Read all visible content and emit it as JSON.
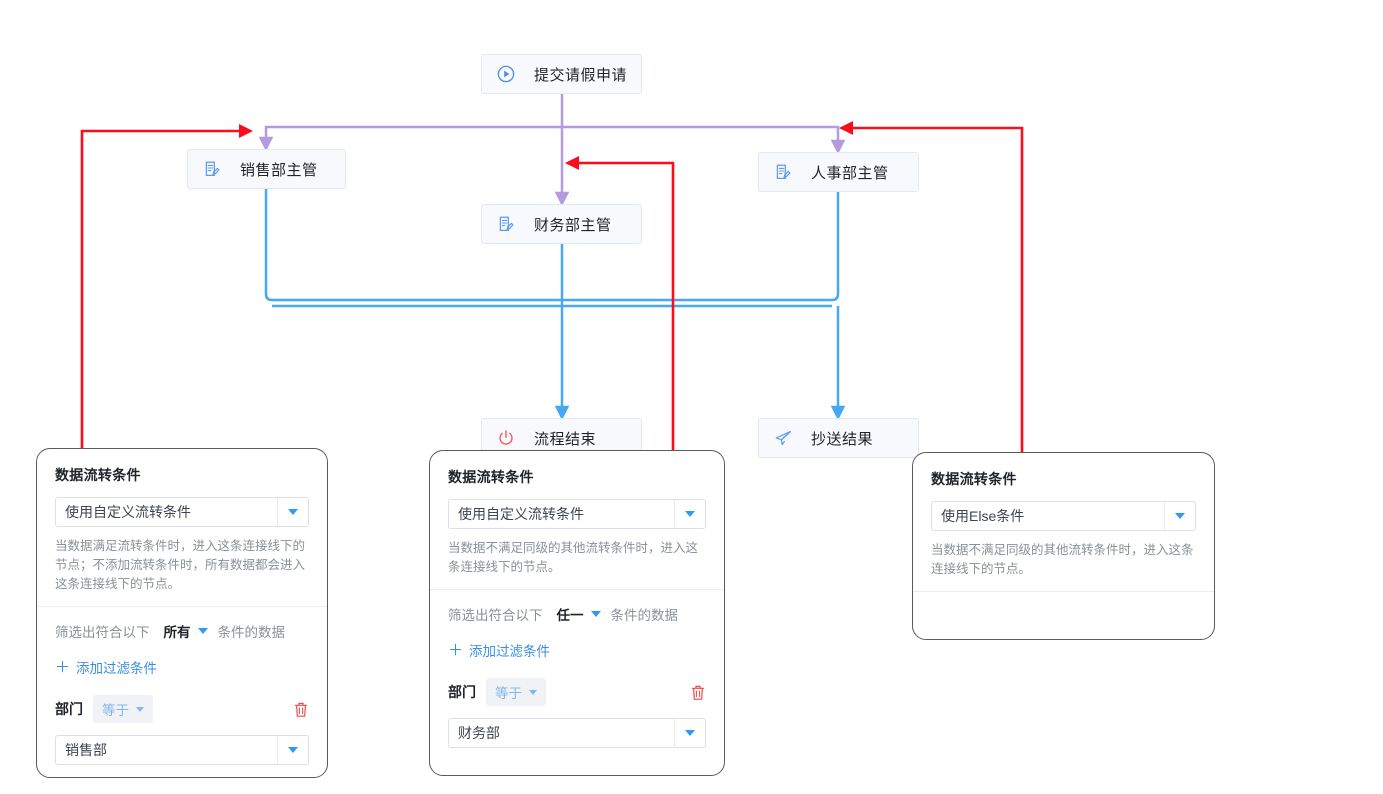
{
  "diagram": {
    "nodes": [
      {
        "id": "start",
        "label": "提交请假申请",
        "icon": "play-circle-icon",
        "icon_color": "#4a90e2"
      },
      {
        "id": "sales",
        "label": "销售部主管",
        "icon": "approval-doc-icon",
        "icon_color": "#5b9bf3"
      },
      {
        "id": "hr",
        "label": "人事部主管",
        "icon": "approval-doc-icon",
        "icon_color": "#5b9bf3"
      },
      {
        "id": "finance",
        "label": "财务部主管",
        "icon": "approval-doc-icon",
        "icon_color": "#5b9bf3"
      },
      {
        "id": "end",
        "label": "流程结束",
        "icon": "power-off-icon",
        "icon_color": "#f05c5c"
      },
      {
        "id": "cc",
        "label": "抄送结果",
        "icon": "paper-plane-icon",
        "icon_color": "#5b9bf3"
      }
    ],
    "edge_colors": {
      "branch": "#b49ae0",
      "merge": "#45a8f5",
      "highlight": "#fc0d1c"
    }
  },
  "panels": [
    {
      "id": "panel-1",
      "title": "数据流转条件",
      "mode_value": "使用自定义流转条件",
      "description": "当数据满足流转条件时，进入这条连接线下的节点；不添加流转条件时，所有数据都会进入这条连接线下的节点。",
      "filter_prefix": "筛选出符合以下",
      "filter_match": "所有",
      "filter_suffix": "条件的数据",
      "add_label": "添加过滤条件",
      "add_icon": "plus-icon",
      "has_rules": true,
      "rule_field": "部门",
      "rule_operator": "等于",
      "rule_value": "销售部",
      "delete_icon": "trash-icon"
    },
    {
      "id": "panel-2",
      "title": "数据流转条件",
      "mode_value": "使用自定义流转条件",
      "description": "当数据不满足同级的其他流转条件时，进入这条连接线下的节点。",
      "filter_prefix": "筛选出符合以下",
      "filter_match": "任一",
      "filter_suffix": "条件的数据",
      "add_label": "添加过滤条件",
      "add_icon": "plus-icon",
      "has_rules": true,
      "rule_field": "部门",
      "rule_operator": "等于",
      "rule_value": "财务部",
      "delete_icon": "trash-icon"
    },
    {
      "id": "panel-3",
      "title": "数据流转条件",
      "mode_value": "使用Else条件",
      "description": "当数据不满足同级的其他流转条件时，进入这条连接线下的节点。",
      "has_rules": false
    }
  ]
}
